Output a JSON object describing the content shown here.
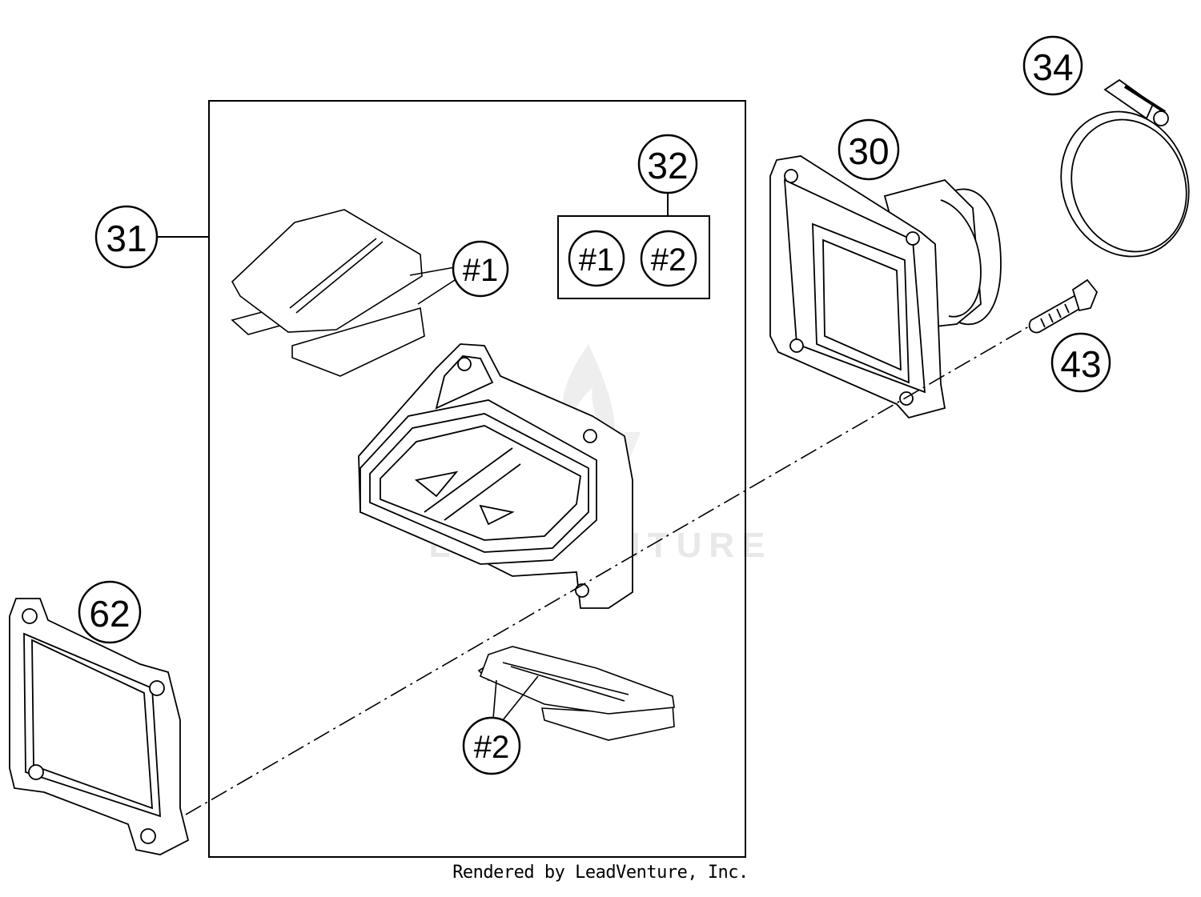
{
  "callouts": {
    "c30": "30",
    "c31": "31",
    "c32": "32",
    "c34": "34",
    "c43": "43",
    "c62": "62",
    "reed1": "#1",
    "kit1": "#1",
    "kit2": "#2",
    "reed2": "#2"
  },
  "watermark": "LEADVENTURE",
  "footer": "Rendered by LeadVenture, Inc."
}
